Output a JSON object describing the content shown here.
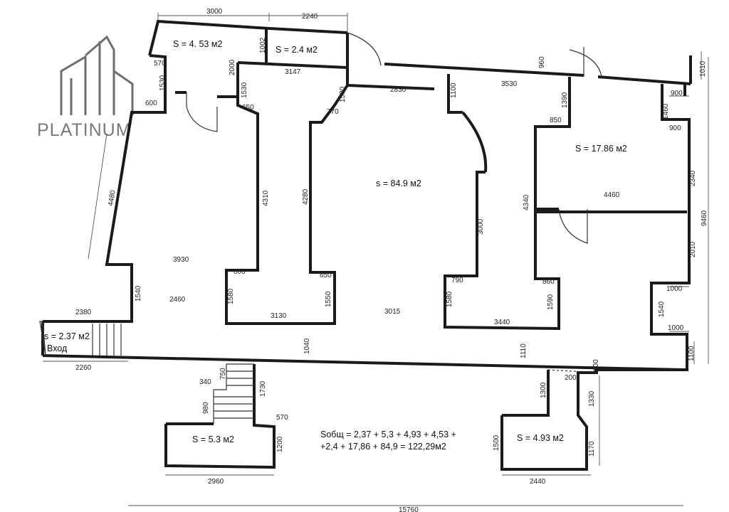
{
  "brand": {
    "name": "PLATINUM",
    "logo_icon": "building-skyline-icon"
  },
  "rooms": {
    "entrance_area": "s = 2.37 м2",
    "entrance_name": "Вход",
    "small_room_a": "S = 4. 53 м2",
    "small_room_b": "S = 2.4 м2",
    "main_hall": "s = 84.9 м2",
    "right_room": "S = 17.86 м2",
    "bottom_left_room": "S = 5.3 м2",
    "bottom_right_room": "S = 4.93 м2"
  },
  "total": {
    "line1": "Sобщ = 2,37 + 5,3 + 4,93 + 4,53 +",
    "line2": "+2,4 + 17,86 + 84,9 = 122,29м2"
  },
  "dimensions": {
    "d3000_top": "3000",
    "d2240": "2240",
    "d1002": "1002",
    "d960": "960",
    "d1010": "1010",
    "d570_a": "570",
    "d1530_a": "1530",
    "d2000": "2000",
    "d600": "600",
    "d3147": "3147",
    "d1530_b": "1530",
    "d650": "650",
    "d1580_a": "1580",
    "d770": "770",
    "d2830": "2830",
    "d1100": "1100",
    "d3530": "3530",
    "d1390": "1390",
    "d900_a": "900",
    "d1460": "1460",
    "d850": "850",
    "d900_b": "900",
    "d4480": "4480",
    "d4310": "4310",
    "d4280": "4280",
    "d3000_arc": "3000",
    "d4340": "4340",
    "d4460": "4460",
    "d2340": "2340",
    "d9460": "9460",
    "d2010": "2010",
    "d3930": "3930",
    "d800": "800",
    "d650_b": "650",
    "d790": "790",
    "d860": "860",
    "d1000_a": "1000",
    "d1540_a": "1540",
    "d2460": "2460",
    "d1580_b": "1580",
    "d1550": "1550",
    "d1580_c": "1580",
    "d1590": "1590",
    "d1540_b": "1540",
    "d1000_b": "1000",
    "d2380": "2380",
    "d3130": "3130",
    "d3015": "3015",
    "d3440": "3440",
    "d1040": "1040",
    "d1110": "1110",
    "d1100_b": "1100",
    "d2260": "2260",
    "d300": "300",
    "d200": "200",
    "d340": "340",
    "d750": "750",
    "d1730": "1730",
    "d1300": "1300",
    "d1330": "1330",
    "d980": "980",
    "d570_b": "570",
    "d1200": "1200",
    "d1500": "1500",
    "d1170": "1170",
    "d2960": "2960",
    "d2440": "2440",
    "d15760": "15760"
  }
}
